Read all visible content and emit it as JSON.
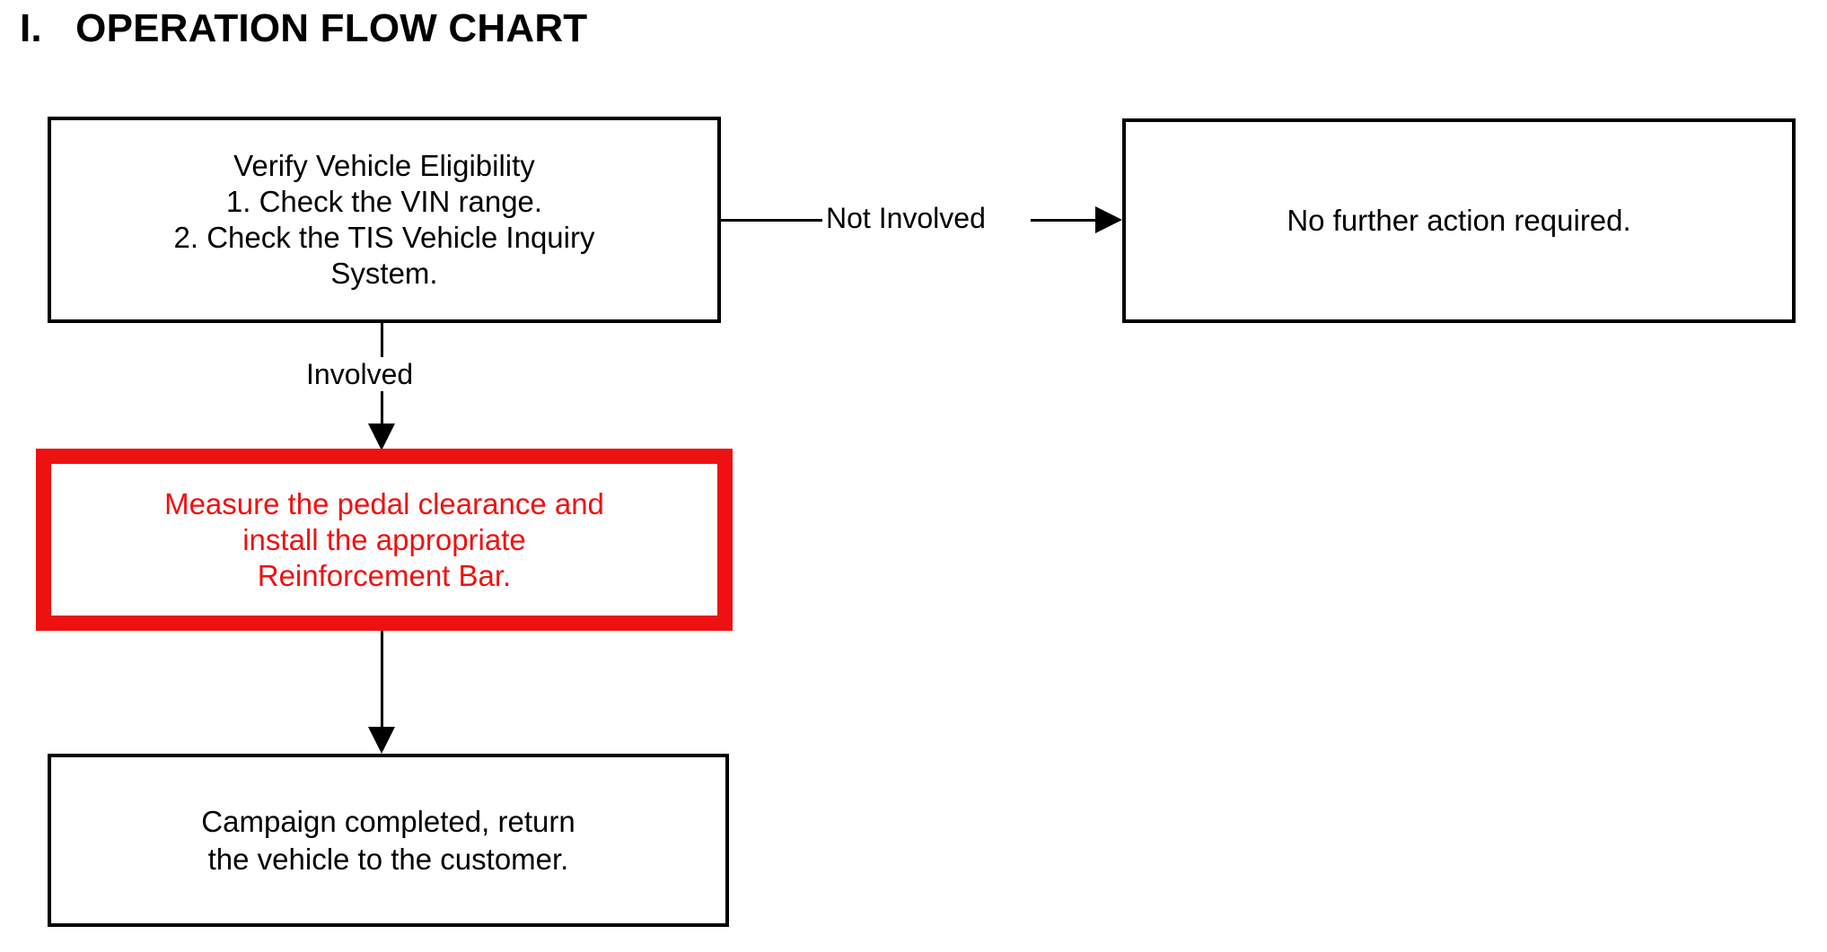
{
  "page": {
    "title_numeral": "I.",
    "title_text": "OPERATION FLOW CHART",
    "accent_color": "#ee1111",
    "line_color": "#000000",
    "background_color": "#ffffff"
  },
  "chart_data": {
    "type": "diagram",
    "diagram_kind": "flowchart",
    "title": "I.   OPERATION FLOW CHART",
    "nodes": [
      {
        "id": "verify",
        "label": "Verify Vehicle Eligibility\n1. Check the VIN range.\n2. Check the TIS Vehicle Inquiry\nSystem.",
        "shape": "rectangle",
        "border_color": "#000000",
        "text_color": "#000000"
      },
      {
        "id": "no_action",
        "label": "No further action required.",
        "shape": "rectangle",
        "border_color": "#000000",
        "text_color": "#000000"
      },
      {
        "id": "measure",
        "label": "Measure the pedal clearance and\ninstall the appropriate\nReinforcement Bar.",
        "shape": "rectangle",
        "border_color": "#ee1111",
        "text_color": "#ee1111"
      },
      {
        "id": "complete",
        "label": "Campaign completed, return\nthe vehicle to the customer.",
        "shape": "rectangle",
        "border_color": "#000000",
        "text_color": "#000000"
      }
    ],
    "edges": [
      {
        "from": "verify",
        "to": "no_action",
        "label": "Not Involved",
        "direction": "right"
      },
      {
        "from": "verify",
        "to": "measure",
        "label": "Involved",
        "direction": "down"
      },
      {
        "from": "measure",
        "to": "complete",
        "label": "",
        "direction": "down"
      }
    ]
  }
}
